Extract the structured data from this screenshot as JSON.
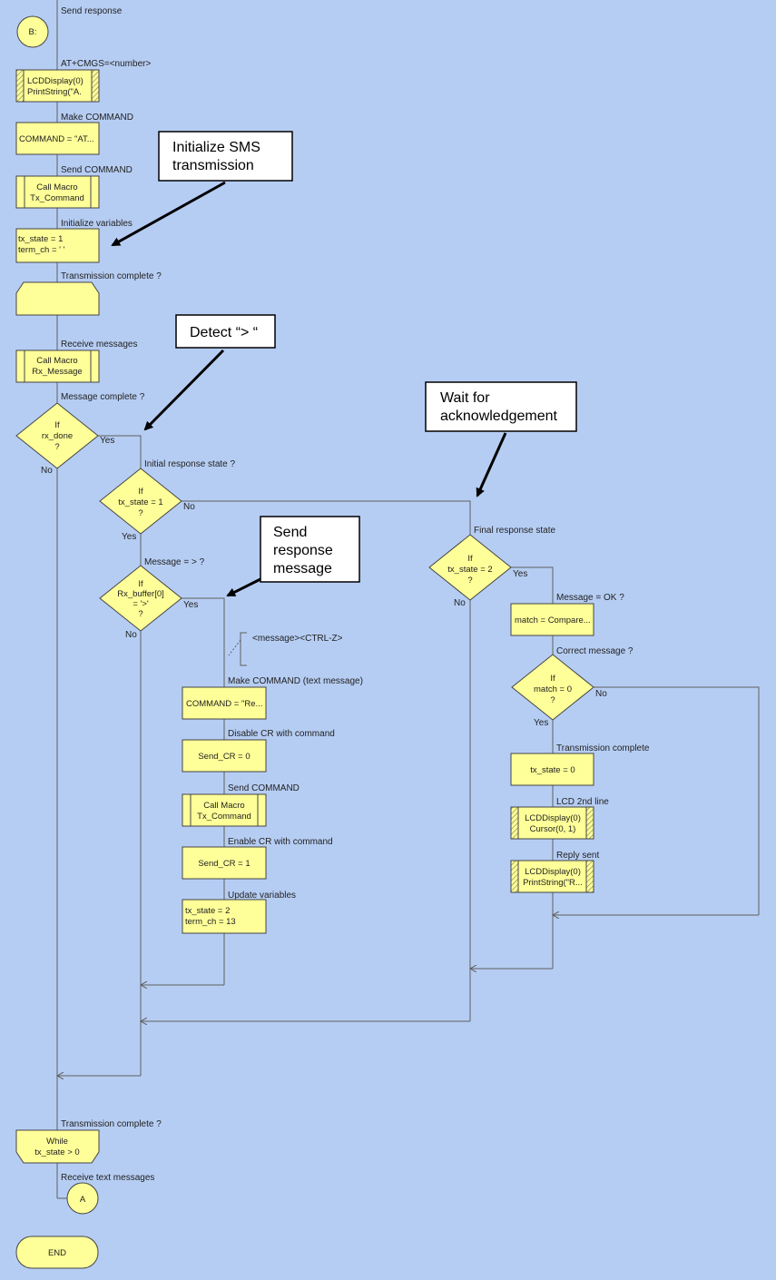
{
  "labels": {
    "send_response": "Send response",
    "at_cmgs": "AT+CMGS=<number>",
    "make_command": "Make COMMAND",
    "send_command": "Send COMMAND",
    "init_vars": "Initialize variables",
    "tx_complete_q": "Transmission complete ?",
    "receive_messages": "Receive messages",
    "message_complete_q": "Message complete ?",
    "initial_response_q": "Initial  response state ?",
    "message_gt_q": "Message = > ?",
    "final_response": "Final response state",
    "message_ok_q": "Message = OK ?",
    "correct_message_q": "Correct message ?",
    "message_ctrlz": "<message><CTRL-Z>",
    "make_command_text": "Make COMMAND (text message)",
    "disable_cr": "Disable CR with command",
    "send_command2": "Send COMMAND",
    "enable_cr": "Enable CR with command",
    "update_vars": "Update variables",
    "transmission_complete": "Transmission complete",
    "lcd_2nd_line": "LCD 2nd line",
    "reply_sent": "Reply sent",
    "tx_complete_q2": "Transmission complete ?",
    "receive_text": "Receive text messages"
  },
  "boxes": {
    "connector_b": "B:",
    "lcd1": [
      "LCDDisplay(0)",
      "PrintString(\"A."
    ],
    "command1": "COMMAND = \"AT...",
    "call1": [
      "Call Macro",
      "Tx_Command"
    ],
    "init": [
      "tx_state = 1",
      "term_ch = ' '"
    ],
    "call2": [
      "Call Macro",
      "Rx_Message"
    ],
    "if_rx_done": [
      "If",
      "rx_done",
      "?"
    ],
    "if_tx_state1": [
      "If",
      "tx_state = 1",
      "?"
    ],
    "if_rx_buffer": [
      "If",
      "Rx_buffer[0]",
      "= '>'",
      "?"
    ],
    "if_tx_state2": [
      "If",
      "tx_state = 2",
      "?"
    ],
    "match": "match = Compare...",
    "if_match": [
      "If",
      "match = 0",
      "?"
    ],
    "command2": "COMMAND = \"Re...",
    "send_cr0": "Send_CR = 0",
    "call3": [
      "Call Macro",
      "Tx_Command"
    ],
    "send_cr1": "Send_CR = 1",
    "update": [
      "tx_state = 2",
      "term_ch = 13"
    ],
    "tx_state0": "tx_state = 0",
    "lcd2": [
      "LCDDisplay(0)",
      "Cursor(0, 1)"
    ],
    "lcd3": [
      "LCDDisplay(0)",
      "PrintString(\"R..."
    ],
    "while": [
      "While",
      "tx_state > 0"
    ],
    "connector_a": "A",
    "end": "END"
  },
  "yesno": {
    "yes": "Yes",
    "no": "No"
  },
  "callouts": {
    "init_sms": [
      "Initialize SMS",
      "transmission"
    ],
    "detect": [
      "Detect “> “"
    ],
    "wait_ack": [
      "Wait for",
      "acknowledgement"
    ],
    "send_resp": [
      "Send",
      "response",
      "message"
    ]
  },
  "colors": {
    "background": "#b6cdf3",
    "box_fill": "#ffff99",
    "callout_fill": "#ffffff"
  }
}
